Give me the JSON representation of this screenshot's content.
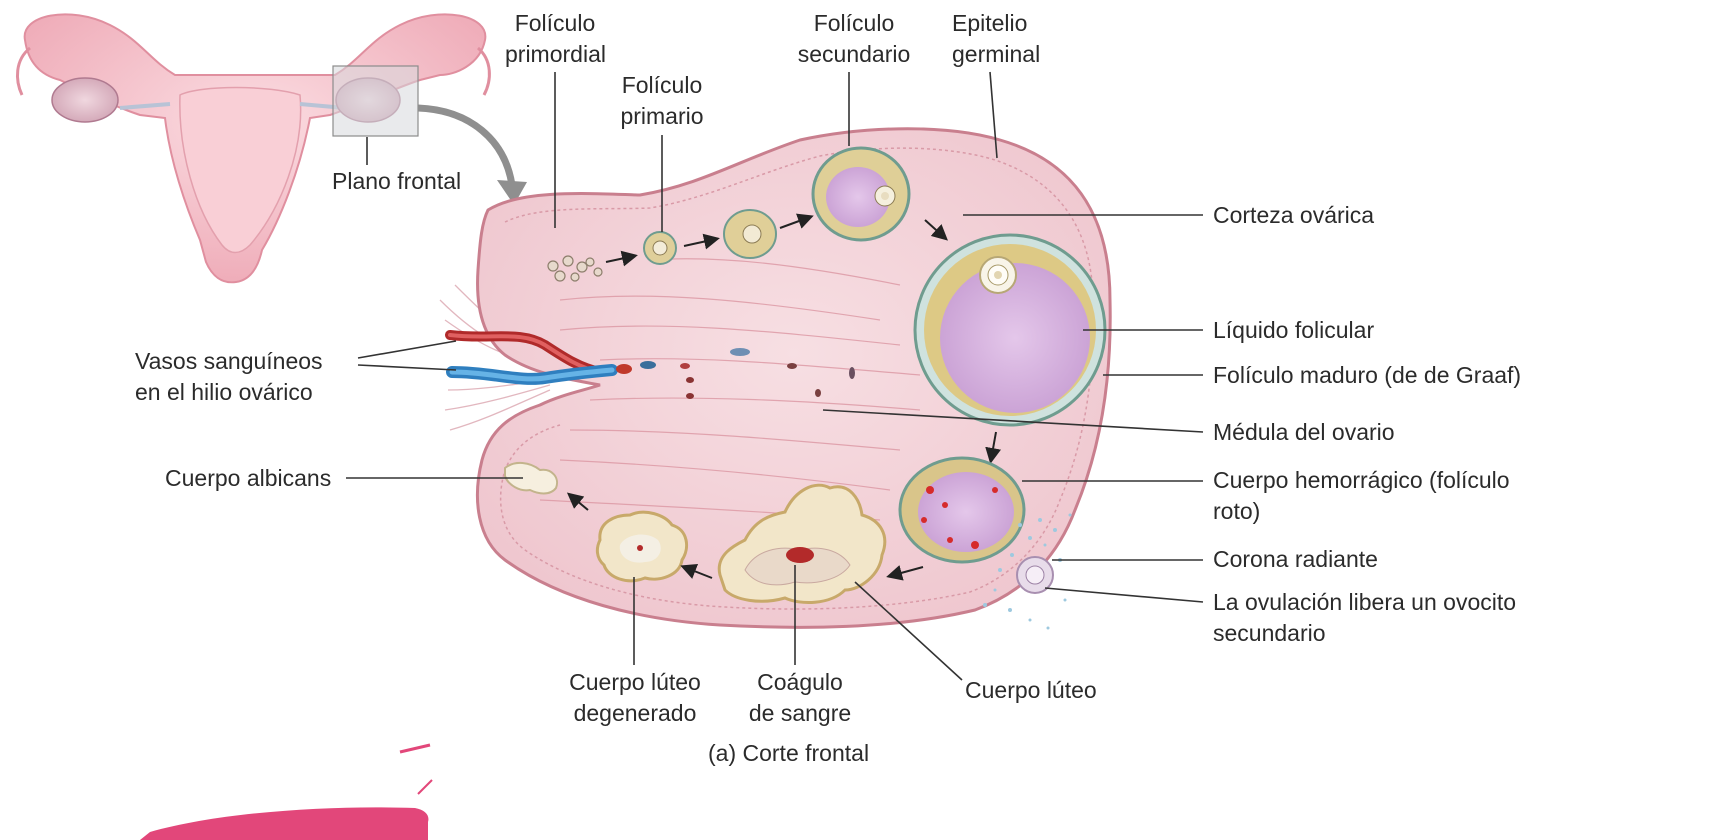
{
  "labels": {
    "foliculo_primordial": "Folículo\nprimordial",
    "foliculo_primario": "Folículo\nprimario",
    "foliculo_secundario": "Folículo\nsecundario",
    "epitelio_germinal": "Epitelio\ngerminal",
    "plano_frontal": "Plano frontal",
    "corteza_ovarica": "Corteza ovárica",
    "liquido_folicular": "Líquido folicular",
    "foliculo_maduro": "Folículo maduro (de de Graaf)",
    "medula_ovario": "Médula del ovario",
    "cuerpo_hemorragico": "Cuerpo hemorrágico (folículo\nroto)",
    "corona_radiante": "Corona radiante",
    "ovulacion": "La ovulación libera un ovocito\nsecundario",
    "vasos_sanguineos": "Vasos sanguíneos\nen el hilio ovárico",
    "cuerpo_albicans": "Cuerpo albicans",
    "cuerpo_luteo_degenerado": "Cuerpo lúteo\ndegenerado",
    "coagulo_sangre": "Coágulo\nde sangre",
    "cuerpo_luteo": "Cuerpo lúteo"
  },
  "caption": "(a) Corte frontal",
  "colors": {
    "ovary_fill": "#f3d2d8",
    "ovary_outline": "#c97f8e",
    "fluid": "#d8b5de",
    "follicle_ring": "#cfc08a",
    "artery": "#c0392b",
    "vein": "#3a8fc9",
    "uterus": "#f4c0c8",
    "leader": "#333333"
  }
}
